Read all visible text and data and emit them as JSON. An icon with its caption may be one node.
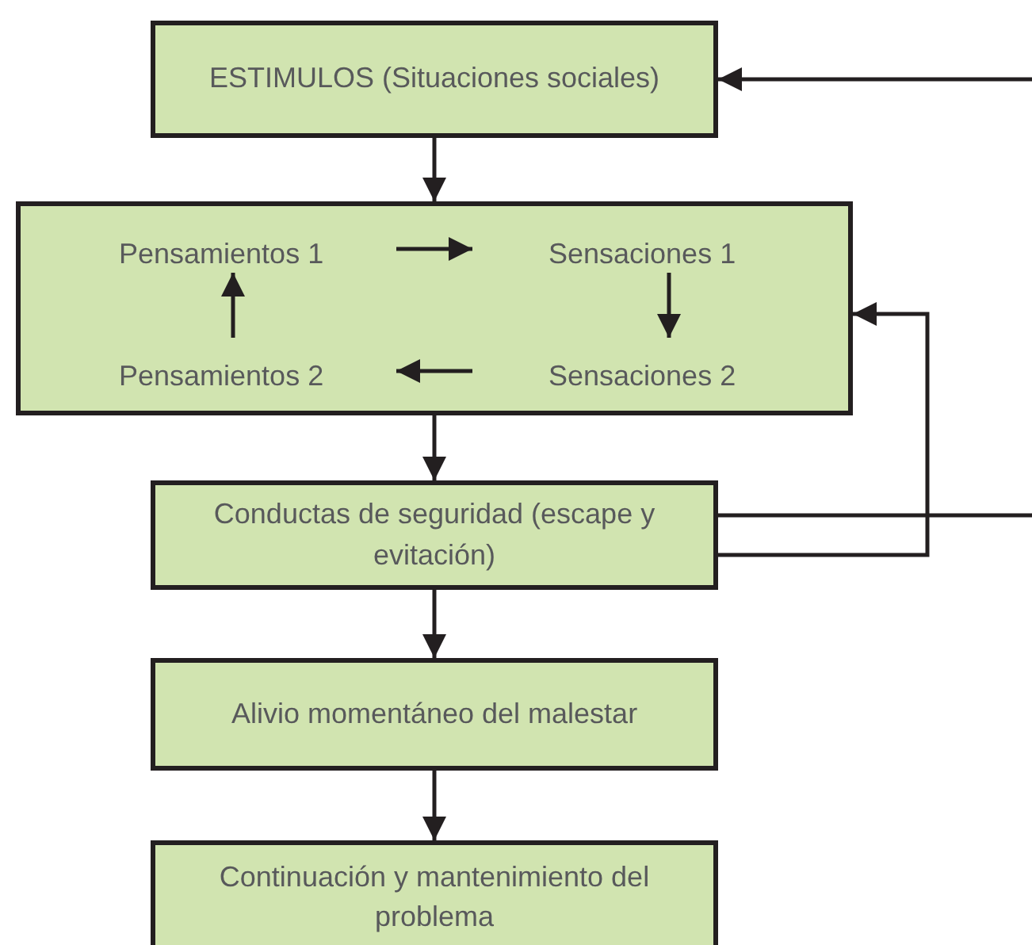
{
  "diagram": {
    "nodes": [
      {
        "text": [
          "ESTIMULOS (Situaciones sociales)"
        ]
      },
      {
        "text": [],
        "shape": "box"
      },
      {
        "text": [
          "Pensamientos 1"
        ],
        "in": 1
      },
      {
        "text": [
          "Sensaciones 1"
        ],
        "in": 1
      },
      {
        "text": [
          "Pensamientos 2"
        ],
        "in": 1
      },
      {
        "text": [
          "Sensaciones 2"
        ],
        "in": 1
      },
      {
        "text": [
          "Conductas de seguridad (escape y evitación)"
        ]
      },
      {
        "text": [
          "Alivio momentáneo del malestar"
        ]
      },
      {
        "text": [
          "Continuación y mantenimiento del problema"
        ]
      }
    ],
    "edges": [
      {
        "from": 0,
        "to": 1,
        "arrow": "to"
      },
      {
        "from": 2,
        "to": 3,
        "arrow": "to"
      },
      {
        "from": 3,
        "to": 5,
        "arrow": "to"
      },
      {
        "from": 5,
        "to": 4,
        "arrow": "to"
      },
      {
        "from": 4,
        "to": 2,
        "arrow": "to"
      },
      {
        "from": 1,
        "to": 6,
        "arrow": "to"
      },
      {
        "from": 6,
        "to": 7,
        "arrow": "to"
      },
      {
        "from": 7,
        "to": 8,
        "arrow": "to"
      },
      {
        "from": 6,
        "to": 1,
        "arrow": "to"
      },
      {
        "from": 6,
        "to": null,
        "arrow": "none"
      },
      {
        "from": null,
        "to": 0,
        "arrow": "to"
      }
    ]
  }
}
